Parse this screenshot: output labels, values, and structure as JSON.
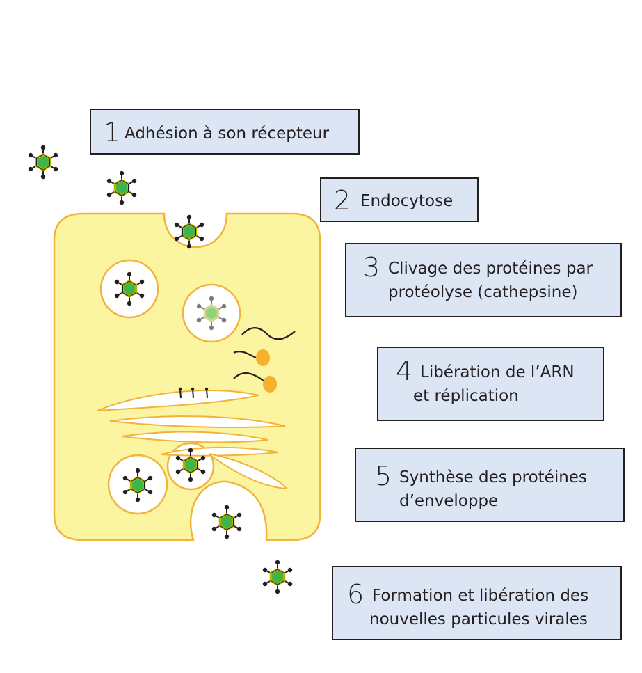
{
  "colors": {
    "cell_fill": "#fbf4a1",
    "cell_outline": "#f2b33a",
    "box_fill": "#dbe5f4",
    "box_border": "#231f20",
    "virus_core": "#3cb54a",
    "virus_ring": "#b7b100",
    "rna_dot": "#f6b02c"
  },
  "icons": {
    "virus": "virus-icon",
    "rna": "rna-strand-icon",
    "ribosome": "ribosome-icon"
  },
  "steps": [
    {
      "number": "1",
      "lines": [
        "Adhésion à son récepteur"
      ]
    },
    {
      "number": "2",
      "lines": [
        "Endocytose"
      ]
    },
    {
      "number": "3",
      "lines": [
        "Clivage des protéines par",
        "protéolyse (cathepsine)"
      ]
    },
    {
      "number": "4",
      "lines": [
        "Libération de l’ARN",
        "et réplication"
      ]
    },
    {
      "number": "5",
      "lines": [
        "Synthèse des protéines",
        "d’enveloppe"
      ]
    },
    {
      "number": "6",
      "lines": [
        "Formation et libération des",
        "nouvelles particules virales"
      ]
    }
  ]
}
